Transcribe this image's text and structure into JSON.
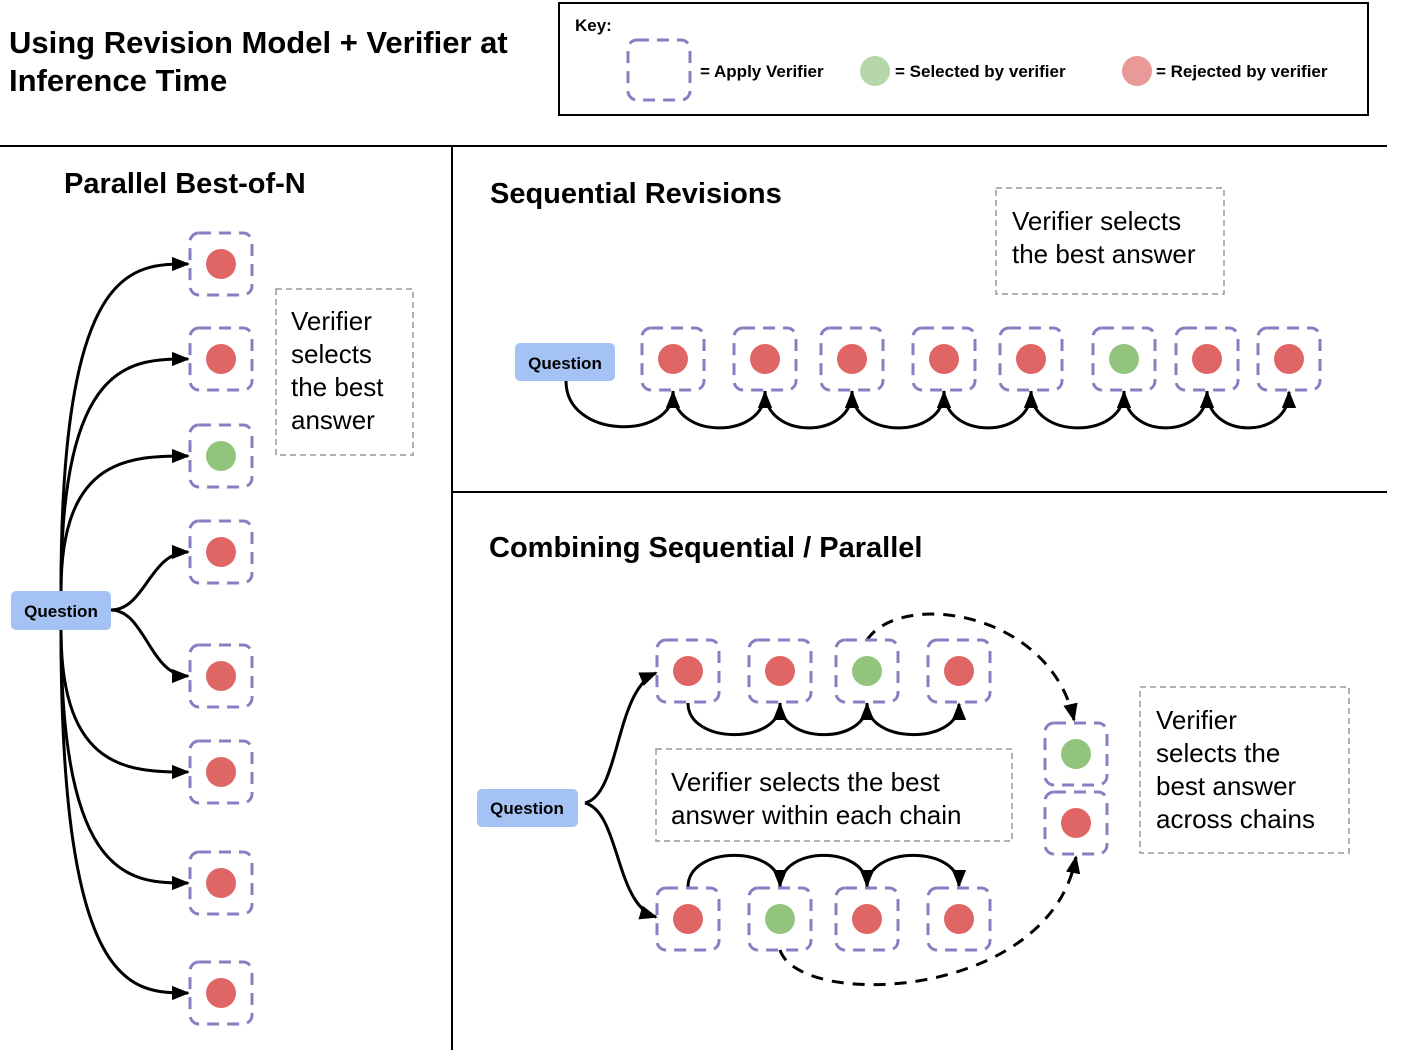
{
  "title": {
    "line1": "Using Revision Model + Verifier at",
    "line2": "Inference Time"
  },
  "colors": {
    "verifier_box": "#8e7cc3",
    "selected": "#93c47d",
    "rejected": "#e06666",
    "key_selected": "#b6d7a8",
    "key_rejected": "#ea9999",
    "question_box": "#a4c2f4",
    "note_border": "#999999"
  },
  "key": {
    "label": "Key:",
    "apply_verifier": "= Apply Verifier",
    "selected": "= Selected by verifier",
    "rejected": "= Rejected by verifier"
  },
  "parallel": {
    "title": "Parallel Best-of-N",
    "question": "Question",
    "answers": [
      "rejected",
      "rejected",
      "selected",
      "rejected",
      "rejected",
      "rejected",
      "rejected",
      "rejected"
    ],
    "note": [
      "Verifier",
      "selects",
      "the best",
      "answer"
    ]
  },
  "sequential": {
    "title": "Sequential Revisions",
    "question": "Question",
    "answers": [
      "rejected",
      "rejected",
      "rejected",
      "rejected",
      "rejected",
      "selected",
      "rejected",
      "rejected"
    ],
    "note": [
      "Verifier selects",
      "the best answer"
    ]
  },
  "combined": {
    "title": "Combining Sequential / Parallel",
    "question": "Question",
    "chains": [
      [
        "rejected",
        "rejected",
        "selected",
        "rejected"
      ],
      [
        "rejected",
        "selected",
        "rejected",
        "rejected"
      ]
    ],
    "finalists": [
      "selected",
      "rejected"
    ],
    "note_within": [
      "Verifier selects the best",
      "answer within each chain"
    ],
    "note_across": [
      "Verifier",
      "selects the",
      "best answer",
      "across chains"
    ]
  }
}
